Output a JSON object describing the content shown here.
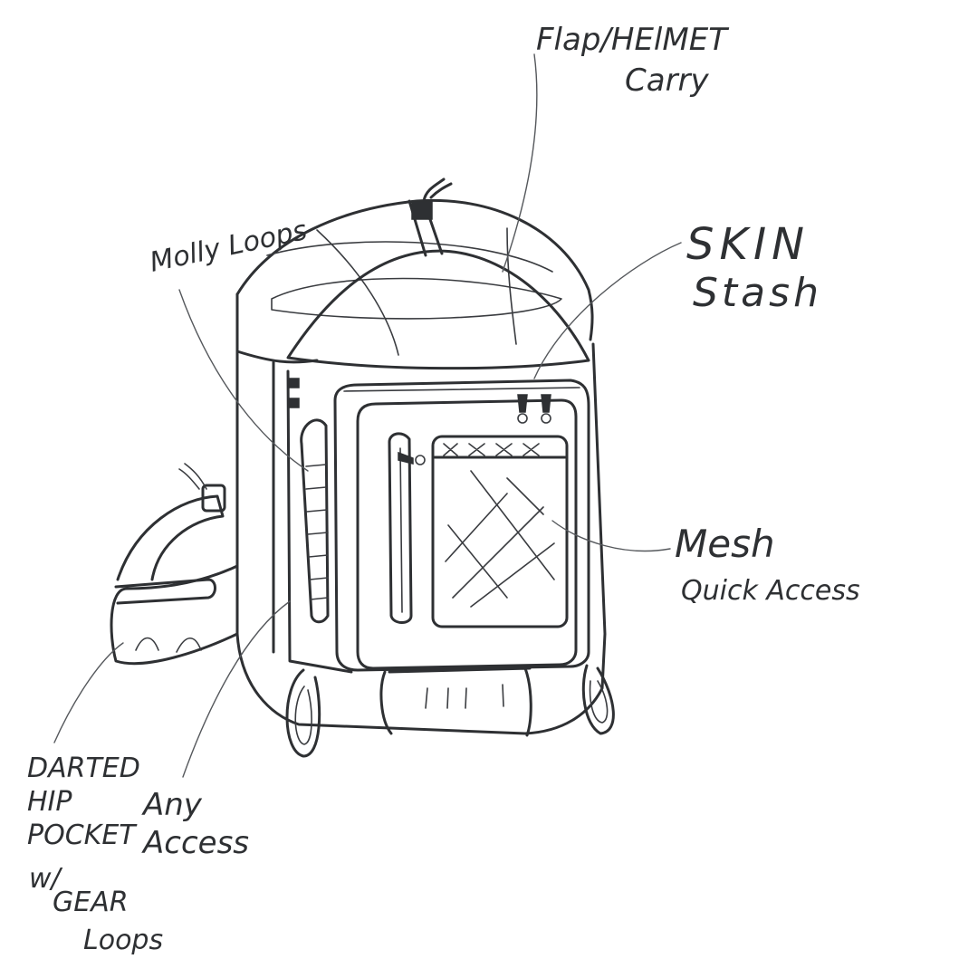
{
  "labels": {
    "flap_line1": "Flap/HElMET",
    "flap_line2": "Carry",
    "skin_line1": "SKIN",
    "skin_line2": "Stash",
    "molly": "Molly Loops",
    "mesh_line1": "Mesh",
    "mesh_line2": "Quick Access",
    "any_line1": "Any",
    "any_line2": "Access",
    "darted_line1": "DARTED",
    "darted_line2": "HIP",
    "darted_line3": "POCKET",
    "darted_line4": "w/",
    "darted_line5": "GEAR",
    "darted_line6": "Loops"
  },
  "colors": {
    "ink": "#2e3033",
    "paper": "#ffffff"
  }
}
